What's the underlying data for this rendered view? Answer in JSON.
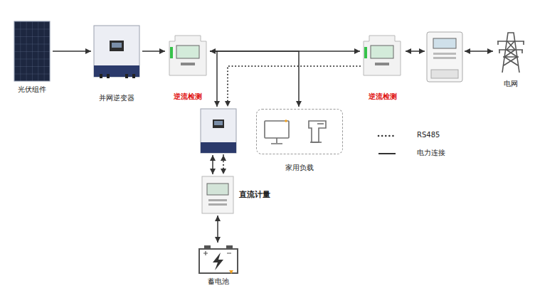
{
  "diagram": {
    "nodes": [
      {
        "text": [
          "光伏组件"
        ]
      },
      {
        "text": [
          "并网逆变器"
        ]
      },
      {
        "text": [
          "逆流检测"
        ]
      },
      {
        "text": [
          "逆流检测"
        ]
      },
      {
        "text": []
      },
      {
        "text": [
          "电网"
        ]
      },
      {
        "text": []
      },
      {
        "text": [
          "家用负载"
        ]
      },
      {
        "text": [
          "直流计量"
        ]
      },
      {
        "text": [
          "蓄电池"
        ]
      }
    ],
    "edges": [
      {
        "from": 0,
        "to": 1,
        "arrow": "to"
      },
      {
        "from": 1,
        "to": 2,
        "arrow": "to"
      },
      {
        "from": 2,
        "to": 3,
        "arrow": "to"
      },
      {
        "from": 3,
        "to": 4,
        "arrow": "both"
      },
      {
        "from": 4,
        "to": 5,
        "arrow": "both"
      },
      {
        "from": 2,
        "to": 6,
        "arrow": "both"
      },
      {
        "from": 3,
        "to": 6,
        "arrow": "to"
      },
      {
        "from": 2,
        "to": 7,
        "arrow": "to"
      },
      {
        "from": 6,
        "to": 8,
        "arrow": "both"
      },
      {
        "from": 6,
        "to": 8,
        "arrow": "both"
      },
      {
        "from": 8,
        "to": 9,
        "arrow": "both"
      }
    ],
    "legend": [
      {
        "text": "RS485"
      },
      {
        "text": "电力连接"
      }
    ]
  }
}
